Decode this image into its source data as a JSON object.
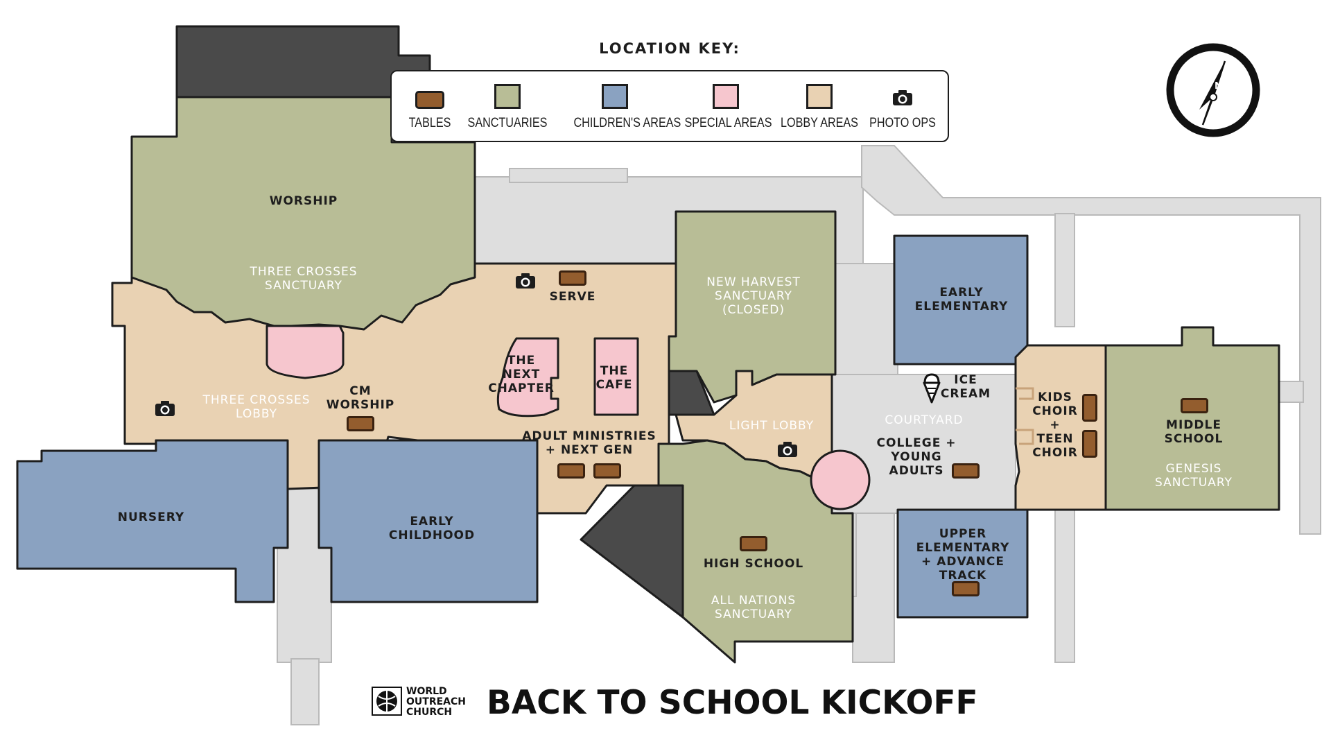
{
  "legend": {
    "title": "LOCATION KEY:",
    "items": [
      {
        "label": "TABLES",
        "color": "#935d2e",
        "icon": "table-swatch"
      },
      {
        "label": "SANCTUARIES",
        "color": "#b8bd96",
        "icon": "sanctuary-swatch"
      },
      {
        "label": "CHILDREN'S AREAS",
        "color": "#8aa2c1",
        "icon": "children-swatch"
      },
      {
        "label": "SPECIAL AREAS",
        "color": "#f6c6ce",
        "icon": "special-swatch"
      },
      {
        "label": "LOBBY AREAS",
        "color": "#e9d2b3",
        "icon": "lobby-swatch"
      },
      {
        "label": "PHOTO OPS",
        "color": "#1d1d1d",
        "icon": "camera-icon"
      }
    ]
  },
  "colors": {
    "sanctuary": "#b8bd96",
    "children": "#8aa2c1",
    "special": "#f6c6ce",
    "lobby": "#e9d2b3",
    "table": "#935d2e",
    "dark": "#4a4a4a",
    "walkway": "#dedede"
  },
  "rooms": {
    "worship": "WORSHIP",
    "three_crosses_sanctuary": "THREE CROSSES\nSANCTUARY",
    "three_crosses_lobby": "THREE CROSSES\nLOBBY",
    "cm_worship": "CM\nWORSHIP",
    "serve": "SERVE",
    "the_next_chapter": "THE\nNEXT\nCHAPTER",
    "the_cafe": "THE\nCAFE",
    "adult_ministries": "ADULT MINISTRIES\n+ NEXT GEN",
    "new_harvest": "NEW HARVEST\nSANCTUARY\n(CLOSED)",
    "light_lobby": "LIGHT LOBBY",
    "nursery": "NURSERY",
    "early_childhood": "EARLY\nCHILDHOOD",
    "high_school": "HIGH SCHOOL",
    "all_nations": "ALL NATIONS\nSANCTUARY",
    "early_elementary": "EARLY\nELEMENTARY",
    "ice_cream": "ICE\nCREAM",
    "courtyard": "COURTYARD",
    "college_young_adults": "COLLEGE +\nYOUNG\nADULTS",
    "kids_choir": "KIDS\nCHOIR\n+\nTEEN\nCHOIR",
    "middle_school": "MIDDLE\nSCHOOL",
    "genesis_sanctuary": "GENESIS\nSANCTUARY",
    "upper_elementary": "UPPER\nELEMENTARY\n+ ADVANCE\nTRACK"
  },
  "footer": {
    "org": "WORLD\nOUTREACH\nCHURCH",
    "title": "BACK TO SCHOOL KICKOFF"
  },
  "compass": {
    "letter": "N"
  }
}
